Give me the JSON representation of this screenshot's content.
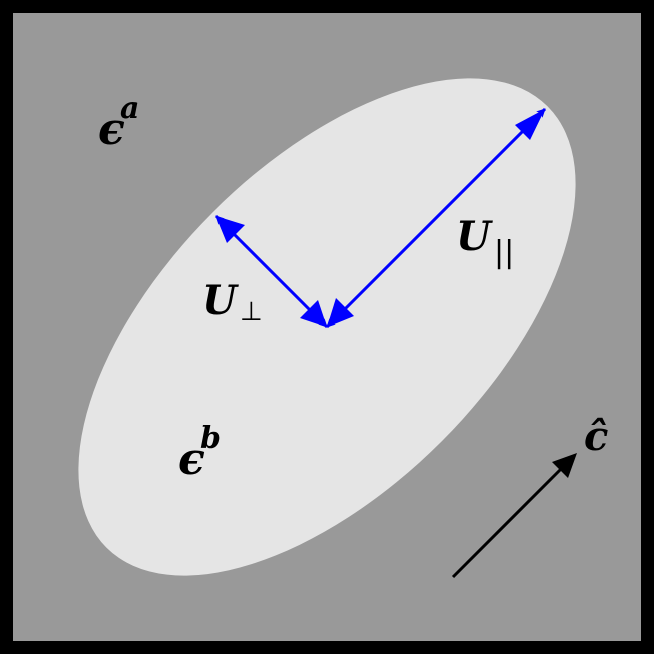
{
  "diagram": {
    "colors": {
      "frame": "#000000",
      "background": "#999999",
      "ellipse": "#e5e5e5",
      "vectors": "#0000ff",
      "c_hat_arrow": "#000000"
    },
    "labels": {
      "epsilon_a": "ϵ",
      "epsilon_a_sup": "a",
      "epsilon_b": "ϵ",
      "epsilon_b_sup": "b",
      "u_perp": "U",
      "u_perp_sub": "⊥",
      "u_par": "U",
      "u_par_sub": "||",
      "c_hat": "ĉ"
    }
  }
}
